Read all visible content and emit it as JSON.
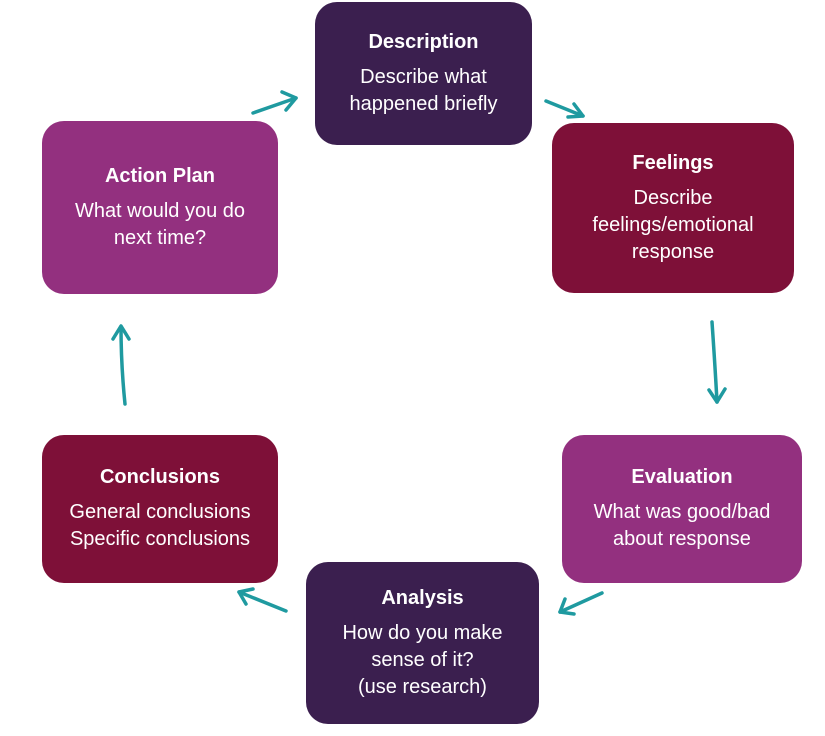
{
  "colors": {
    "dark_purple": "#3b1f4f",
    "crimson": "#7e1038",
    "magenta": "#93307f",
    "arrow": "#1f9aa0"
  },
  "nodes": {
    "description": {
      "title": "Description",
      "lines": [
        "Describe what",
        "happened briefly"
      ]
    },
    "feelings": {
      "title": "Feelings",
      "lines": [
        "Describe",
        "feelings/emotional",
        "response"
      ]
    },
    "evaluation": {
      "title": "Evaluation",
      "lines": [
        "What was good/bad",
        "about response"
      ]
    },
    "analysis": {
      "title": "Analysis",
      "lines": [
        "How do you make",
        "sense of it?",
        "(use research)"
      ]
    },
    "conclusions": {
      "title": "Conclusions",
      "lines": [
        "General conclusions",
        "Specific conclusions"
      ]
    },
    "action_plan": {
      "title": "Action Plan",
      "lines": [
        "What would you do",
        "next time?"
      ]
    }
  }
}
